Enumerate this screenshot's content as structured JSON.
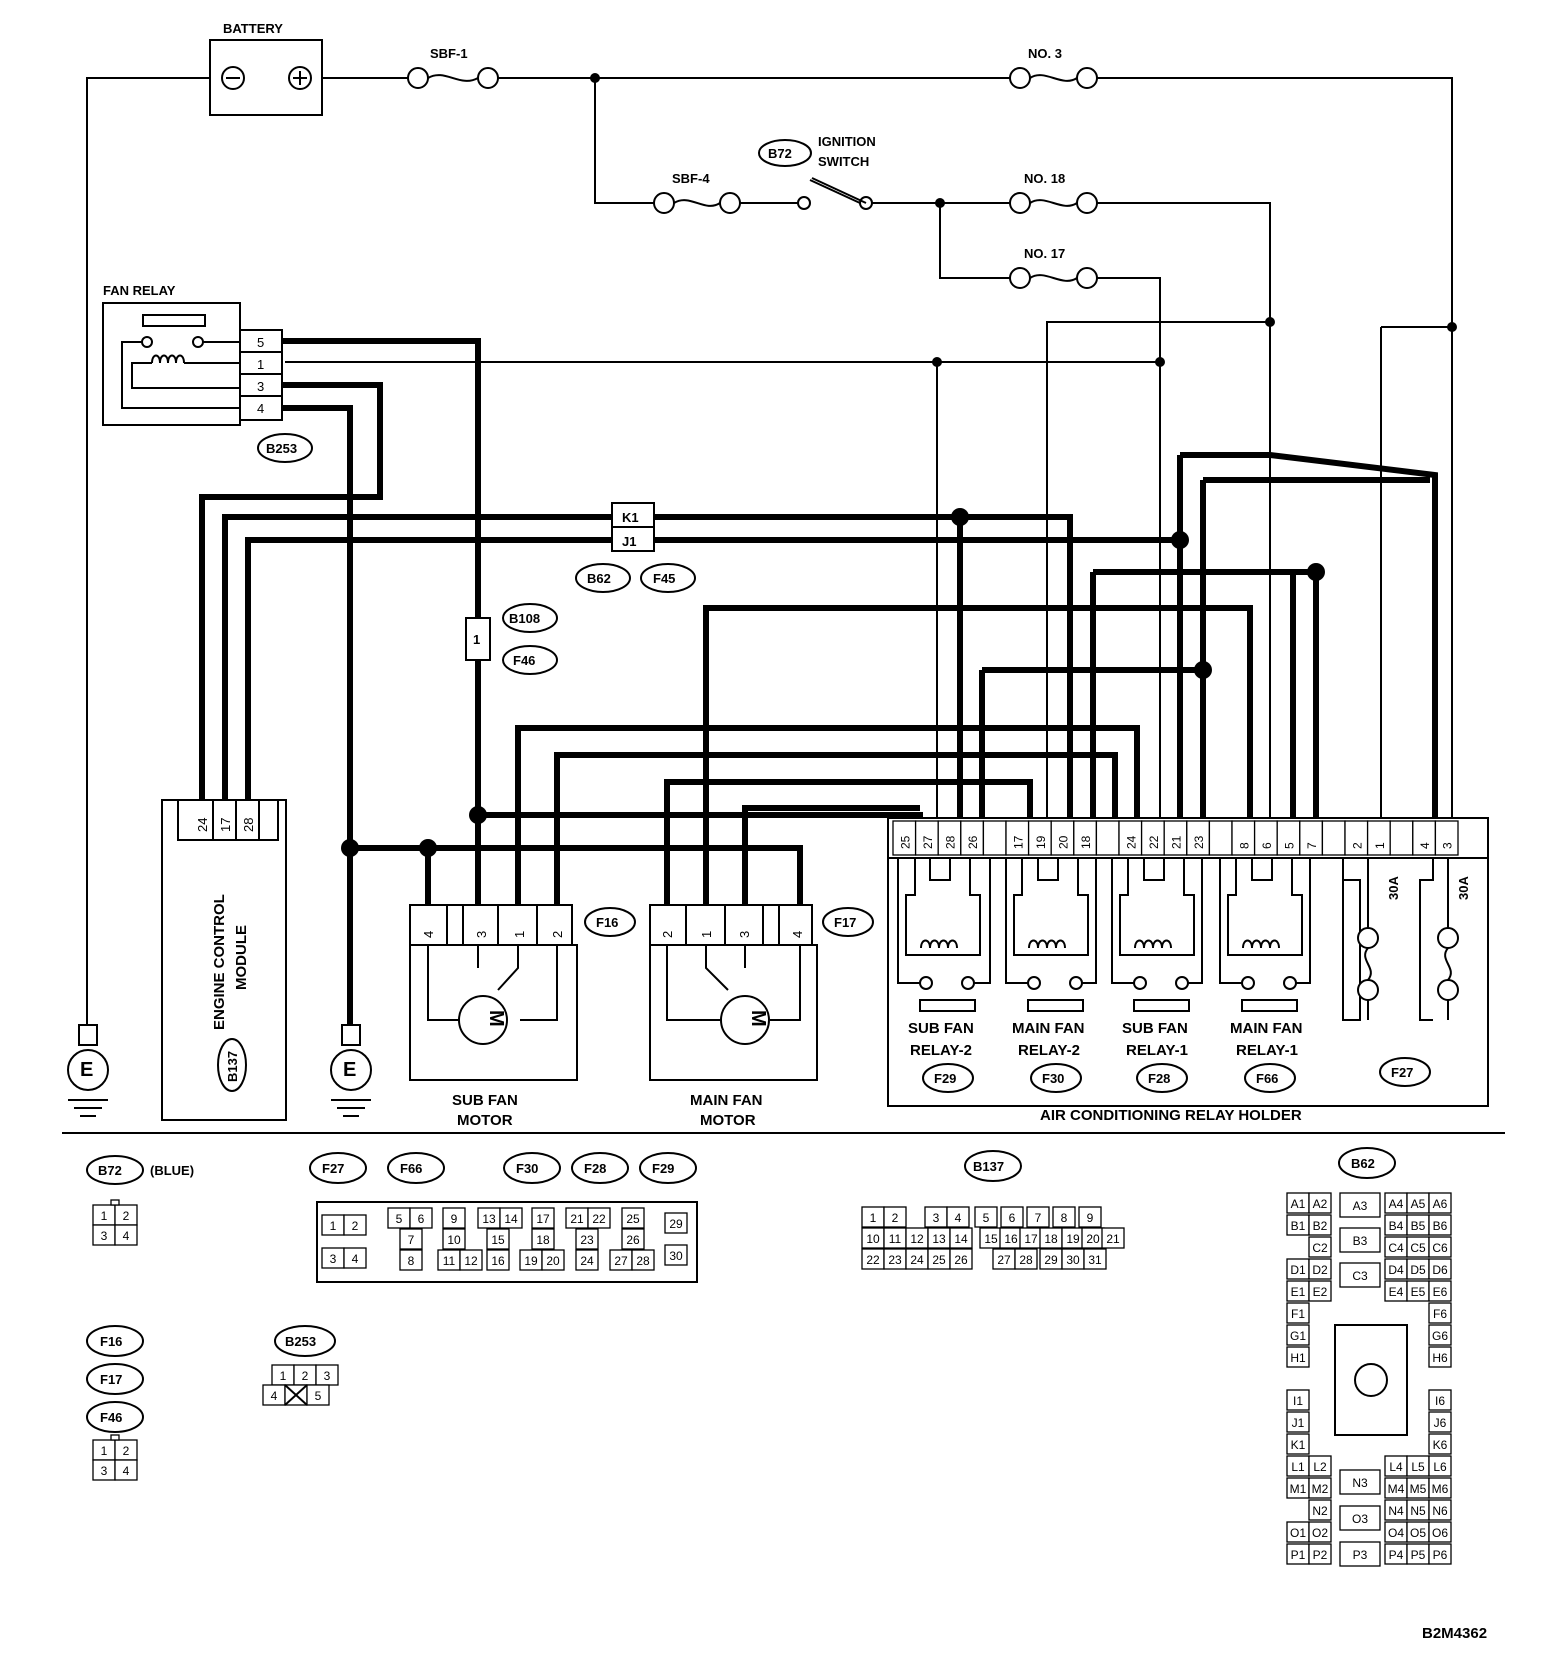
{
  "title": "",
  "components": {
    "battery": {
      "label": "BATTERY",
      "neg": "⊖",
      "pos": "⊕"
    },
    "fuses": {
      "sbf1": "SBF-1",
      "sbf4": "SBF-4",
      "no3": "NO. 3",
      "no18": "NO. 18",
      "no17": "NO. 17"
    },
    "ignition": {
      "connector": "B72",
      "label_line1": "IGNITION",
      "label_line2": "SWITCH"
    },
    "fan_relay": {
      "label": "FAN RELAY",
      "connector": "B253",
      "pins": [
        "5",
        "1",
        "3",
        "4"
      ]
    },
    "ecm": {
      "label_line1": "ENGINE CONTROL",
      "label_line2": "MODULE",
      "connector": "B137",
      "pins": [
        "24",
        "17",
        "28"
      ]
    },
    "junction": {
      "pins": [
        "K1",
        "J1"
      ],
      "connectors": [
        "B62",
        "F45"
      ]
    },
    "inline": {
      "pin": "1",
      "connectors": [
        "B108",
        "F46"
      ]
    },
    "sub_fan_motor": {
      "label_line1": "SUB FAN",
      "label_line2": "MOTOR",
      "connector": "F16",
      "pins": [
        "4",
        "",
        "3",
        "1",
        "2"
      ],
      "symbol": "M"
    },
    "main_fan_motor": {
      "label_line1": "MAIN FAN",
      "label_line2": "MOTOR",
      "connector": "F17",
      "pins": [
        "2",
        "1",
        "3",
        "",
        "4"
      ],
      "symbol": "M"
    },
    "ground": {
      "symbol": "E"
    },
    "relay_holder": {
      "label": "AIR CONDITIONING RELAY HOLDER",
      "pins": [
        "25",
        "27",
        "28",
        "26",
        "",
        "17",
        "19",
        "20",
        "18",
        "",
        "24",
        "22",
        "21",
        "23",
        "",
        "8",
        "6",
        "5",
        "7",
        "",
        "2",
        "1",
        "",
        "4",
        "3"
      ],
      "relays": [
        {
          "name_line1": "SUB FAN",
          "name_line2": "RELAY-2",
          "connector": "F29"
        },
        {
          "name_line1": "MAIN FAN",
          "name_line2": "RELAY-2",
          "connector": "F30"
        },
        {
          "name_line1": "SUB FAN",
          "name_line2": "RELAY-1",
          "connector": "F28"
        },
        {
          "name_line1": "MAIN FAN",
          "name_line2": "RELAY-1",
          "connector": "F66"
        }
      ],
      "fuses": [
        "30A",
        "30A"
      ],
      "fuse_connector": "F27"
    }
  },
  "connector_views": {
    "b72": {
      "name": "B72",
      "note": "(BLUE)",
      "pins": [
        "1",
        "2",
        "3",
        "4"
      ]
    },
    "f27_group": {
      "names": [
        "F27",
        "F66",
        "F30",
        "F28",
        "F29"
      ],
      "pins": [
        "1",
        "2",
        "3",
        "4",
        "5",
        "6",
        "7",
        "8",
        "9",
        "10",
        "11",
        "12",
        "13",
        "14",
        "15",
        "16",
        "17",
        "18",
        "19",
        "20",
        "21",
        "22",
        "23",
        "24",
        "25",
        "26",
        "27",
        "28",
        "29",
        "30"
      ]
    },
    "b137": {
      "name": "B137",
      "pins": [
        "1",
        "2",
        "3",
        "4",
        "5",
        "6",
        "7",
        "8",
        "9",
        "10",
        "11",
        "12",
        "13",
        "14",
        "15",
        "16",
        "17",
        "18",
        "19",
        "20",
        "21",
        "22",
        "23",
        "24",
        "25",
        "26",
        "27",
        "28",
        "29",
        "30",
        "31"
      ]
    },
    "b62": {
      "name": "B62",
      "pins": [
        "A1",
        "A2",
        "A3",
        "A4",
        "A5",
        "A6",
        "B1",
        "B2",
        "B3",
        "B4",
        "B5",
        "B6",
        "C2",
        "C3",
        "C4",
        "C5",
        "C6",
        "D1",
        "D2",
        "D4",
        "D5",
        "D6",
        "E1",
        "E2",
        "E4",
        "E5",
        "E6",
        "F1",
        "F6",
        "G1",
        "G6",
        "H1",
        "H6",
        "I1",
        "I6",
        "J1",
        "J6",
        "K1",
        "K6",
        "L1",
        "L2",
        "L4",
        "L5",
        "L6",
        "M1",
        "M2",
        "N3",
        "M4",
        "M5",
        "M6",
        "N2",
        "O3",
        "N4",
        "N5",
        "N6",
        "O1",
        "O2",
        "O4",
        "O5",
        "O6",
        "P1",
        "P2",
        "P3",
        "P4",
        "P5",
        "P6"
      ]
    },
    "f16_group": {
      "names": [
        "F16",
        "F17",
        "F46"
      ],
      "pins": [
        "1",
        "2",
        "3",
        "4"
      ]
    },
    "b253": {
      "name": "B253",
      "pins": [
        "1",
        "2",
        "3",
        "4",
        "5"
      ]
    }
  },
  "figure_code": "B2M4362"
}
